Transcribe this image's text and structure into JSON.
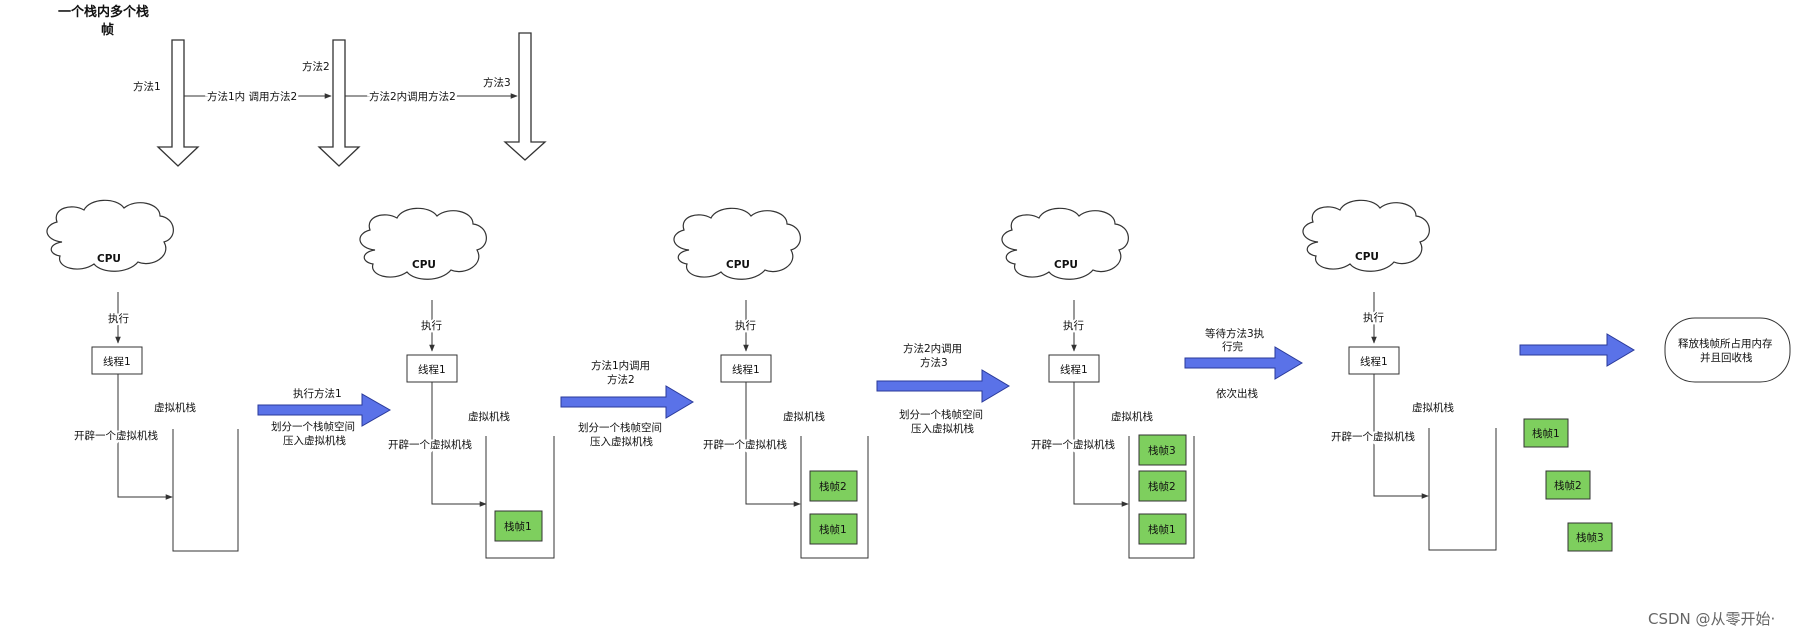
{
  "title": {
    "line1": "一个栈内多个栈",
    "line2": "帧"
  },
  "top": {
    "m1": "方法1",
    "m1call": "方法1内 调用方法2",
    "m2": "方法2",
    "m2call": "方法2内调用方法2",
    "m3": "方法3"
  },
  "common": {
    "cpu": "CPU",
    "exec": "执行",
    "thread": "线程1",
    "vm": "虚拟机栈",
    "open": "开辟一个虚拟机栈"
  },
  "frames": {
    "f1": "栈帧1",
    "f2": "栈帧2",
    "f3": "栈帧3"
  },
  "arrows": {
    "a1_top": "执行方法1",
    "a1_bot1": "划分一个栈帧空间",
    "a1_bot2": "压入虚拟机栈",
    "a2_top1": "方法1内调用",
    "a2_top2": "方法2",
    "a2_bot1": "划分一个栈帧空间",
    "a2_bot2": "压入虚拟机栈",
    "a3_top1": "方法2内调用",
    "a3_top2": "方法3",
    "a3_bot1": "划分一个栈帧空间",
    "a3_bot2": "压入虚拟机栈",
    "a4_top1": "等待方法3执",
    "a4_top2": "行完",
    "a4_bot": "依次出栈"
  },
  "final": {
    "line1": "释放栈帧所占用内存",
    "line2": "并且回收栈"
  },
  "watermark": "CSDN @从零开始·",
  "colors": {
    "arrow_fill": "#5a72e8",
    "frame_fill": "#7ecf5e",
    "line": "#333333"
  }
}
